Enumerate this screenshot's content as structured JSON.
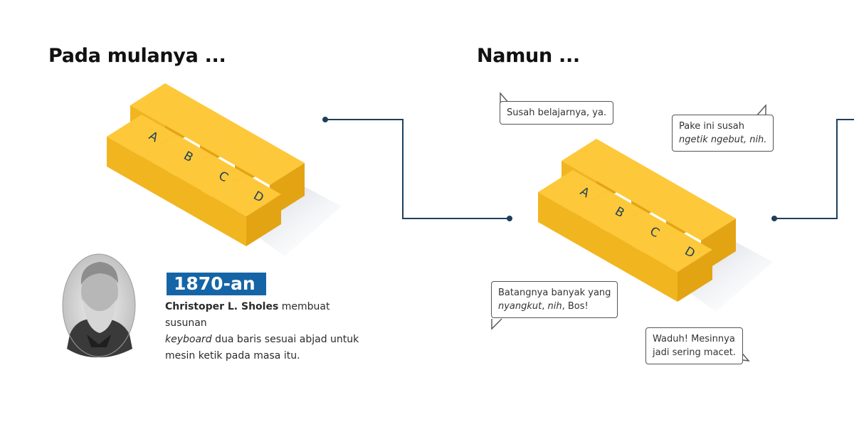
{
  "left": {
    "heading": "Pada mulanya ...",
    "keys": [
      "A",
      "B",
      "C",
      "D"
    ],
    "year": "1870-an",
    "desc_name": "Christoper L. Sholes",
    "desc_part1": " membuat susunan",
    "desc_italic": "keyboard",
    "desc_part2": " dua baris sesuai abjad untuk",
    "desc_part3": "mesin ketik pada masa itu."
  },
  "right": {
    "heading": "Namun ...",
    "keys": [
      "A",
      "B",
      "C",
      "D"
    ],
    "bubbles": {
      "b1": {
        "line1": "Susah belajarnya, ya."
      },
      "b2": {
        "line1": "Pake ini susah",
        "line2_italic": "ngetik ngebut, nih."
      },
      "b3": {
        "line1": "Batangnya banyak yang",
        "line2_italic_a": "nyangkut",
        "line2_sep": ", ",
        "line2_italic_b": "nih",
        "line2_end": ", Bos!"
      },
      "b4": {
        "line1": "Waduh! Mesinnya",
        "line2": "jadi sering macet."
      }
    }
  },
  "colors": {
    "key_top": "#fdc83a",
    "key_left": "#f1b51f",
    "key_right": "#e3a414",
    "shadow": "#d3d8e0",
    "line": "#1f3f5c",
    "badge": "#1565a6"
  }
}
